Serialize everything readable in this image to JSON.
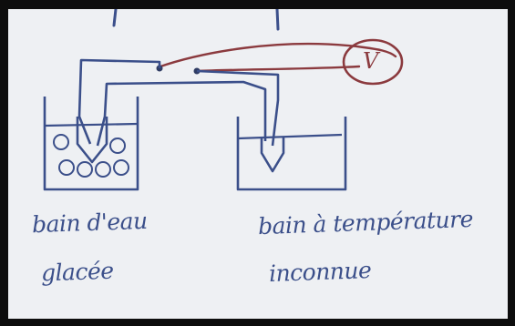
{
  "diagram": {
    "voltmeter_symbol": "V",
    "left_bath": {
      "line1": "bain d'eau",
      "line2": "glacée"
    },
    "right_bath": {
      "line1": "bain à température",
      "line2": "inconnue"
    },
    "colors": {
      "paper": "#eef0f3",
      "ink_blue": "#3b4f8a",
      "ink_dark": "#2f3c63",
      "ink_red": "#8b3a3e",
      "frame": "#0d0d0d"
    }
  }
}
